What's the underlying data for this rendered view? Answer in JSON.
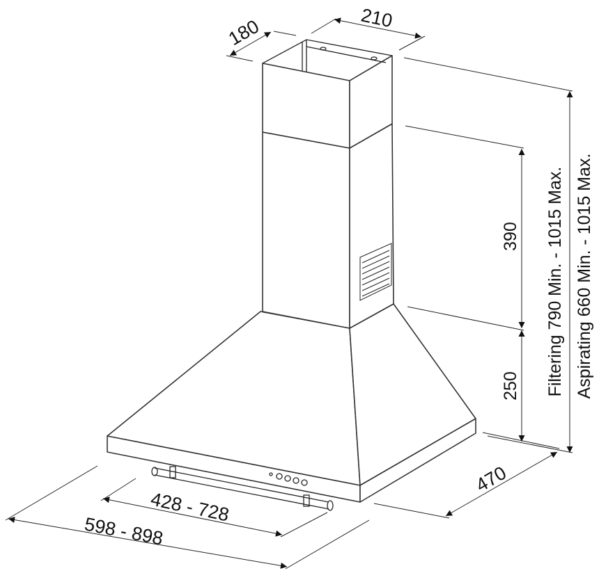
{
  "diagram": {
    "dimensions": {
      "chimney_depth": "180",
      "chimney_width": "210",
      "chimney_height": "390",
      "hood_height": "250",
      "hood_depth": "470",
      "inner_width": "428 - 728",
      "outer_width": "598 - 898",
      "filtering_height": "Filtering  790 Min. - 1015 Max.",
      "aspirating_height": "Aspirating 660 Min. - 1015 Max."
    }
  }
}
